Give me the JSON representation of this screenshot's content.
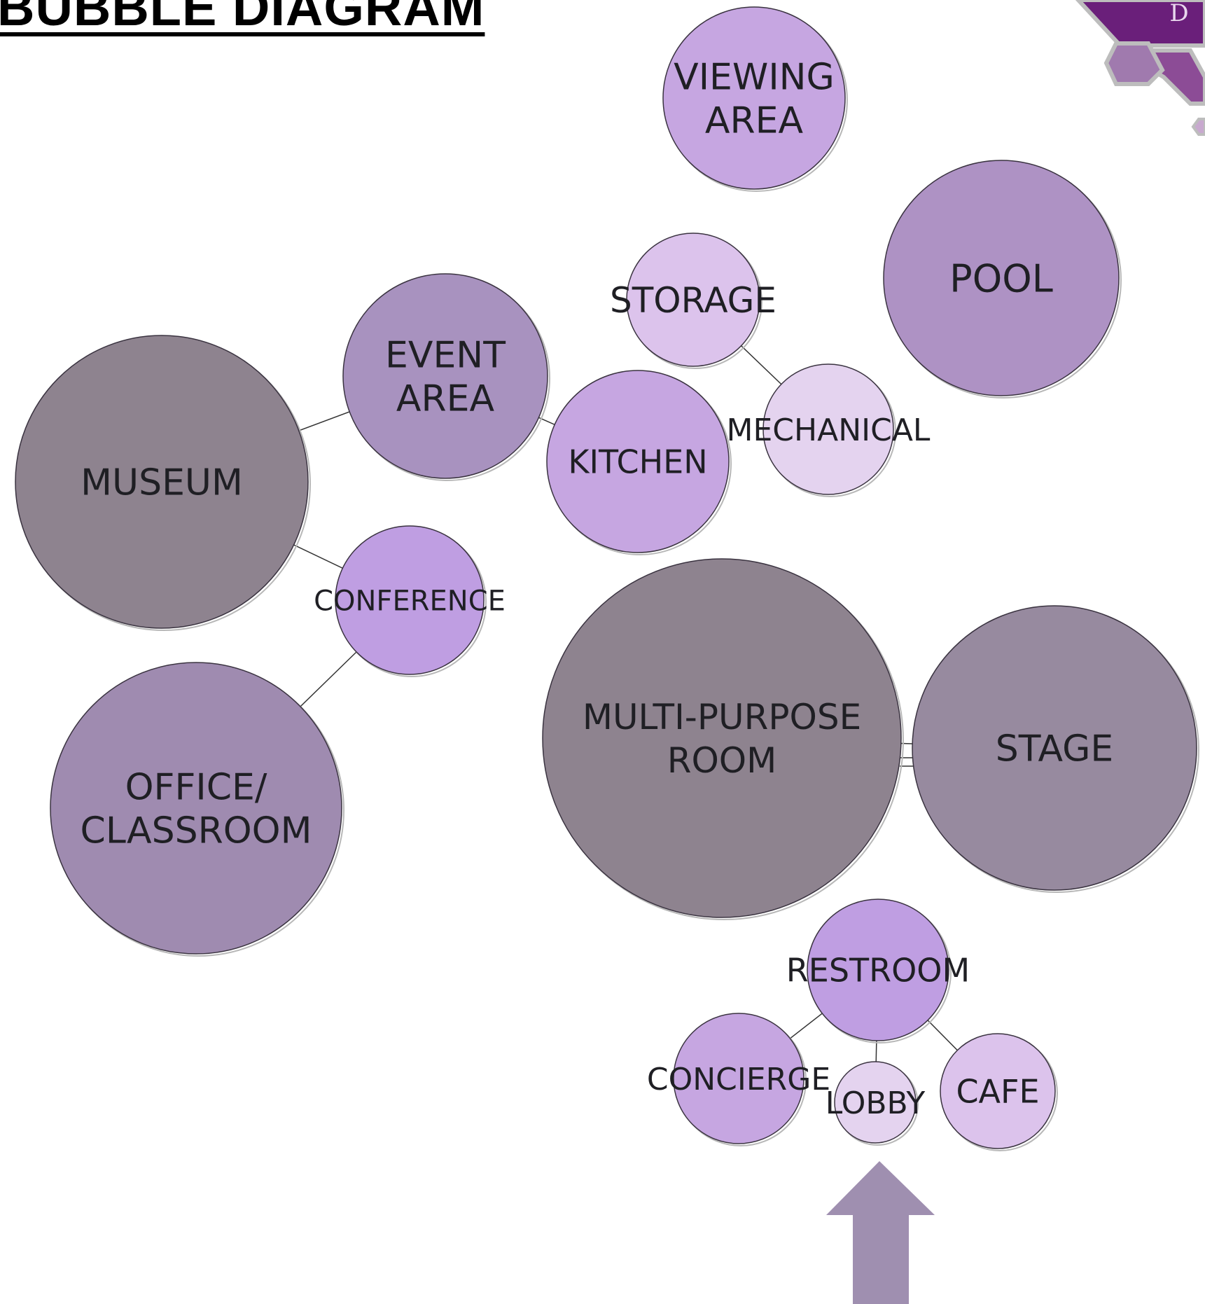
{
  "page": {
    "title": "BUBBLE DIAGRAM",
    "logo_letter": "D"
  },
  "colors": {
    "light_lavender": "#e4d3ef",
    "pale_purple": "#dcc3ec",
    "lavender": "#c6a6e1",
    "violet": "#bf9ee2",
    "medium_purple": "#ae92c4",
    "dusty_purple": "#a892bf",
    "muted_purple": "#9f8bb0",
    "grey_purple": "#978a9f",
    "slate_purple": "#8e838f",
    "connector": "#333333",
    "arrow": "#9f8fb0",
    "logo_dark": "#6a1f7a",
    "logo_mid": "#8c4c96",
    "logo_light": "#c8a9cf",
    "logo_border": "#bdbdbd"
  },
  "diagram": {
    "spaces": [
      {
        "id": "viewing-area",
        "lines": [
          "VIEWING",
          "AREA"
        ]
      },
      {
        "id": "pool",
        "lines": [
          "POOL"
        ]
      },
      {
        "id": "storage",
        "lines": [
          "STORAGE"
        ]
      },
      {
        "id": "mechanical",
        "lines": [
          "MECHANICAL"
        ]
      },
      {
        "id": "event-area",
        "lines": [
          "EVENT",
          "AREA"
        ]
      },
      {
        "id": "kitchen",
        "lines": [
          "KITCHEN"
        ]
      },
      {
        "id": "museum",
        "lines": [
          "MUSEUM"
        ]
      },
      {
        "id": "conference",
        "lines": [
          "CONFERENCE"
        ]
      },
      {
        "id": "office-classroom",
        "lines": [
          "OFFICE/",
          "CLASSROOM"
        ]
      },
      {
        "id": "multi-purpose-room",
        "lines": [
          "MULTI-PURPOSE",
          "ROOM"
        ]
      },
      {
        "id": "stage",
        "lines": [
          "STAGE"
        ]
      },
      {
        "id": "restroom",
        "lines": [
          "RESTROOM"
        ]
      },
      {
        "id": "concierge",
        "lines": [
          "CONCIERGE"
        ]
      },
      {
        "id": "lobby",
        "lines": [
          "LOBBY"
        ]
      },
      {
        "id": "cafe",
        "lines": [
          "CAFE"
        ]
      }
    ],
    "connections": [
      [
        "storage",
        "mechanical"
      ],
      [
        "event-area",
        "kitchen"
      ],
      [
        "museum",
        "event-area"
      ],
      [
        "museum",
        "conference"
      ],
      [
        "conference",
        "office-classroom"
      ],
      [
        "multi-purpose-room",
        "stage"
      ],
      [
        "restroom",
        "concierge"
      ],
      [
        "restroom",
        "lobby"
      ],
      [
        "restroom",
        "cafe"
      ]
    ],
    "entry_arrow": {
      "points_to": "lobby"
    }
  }
}
